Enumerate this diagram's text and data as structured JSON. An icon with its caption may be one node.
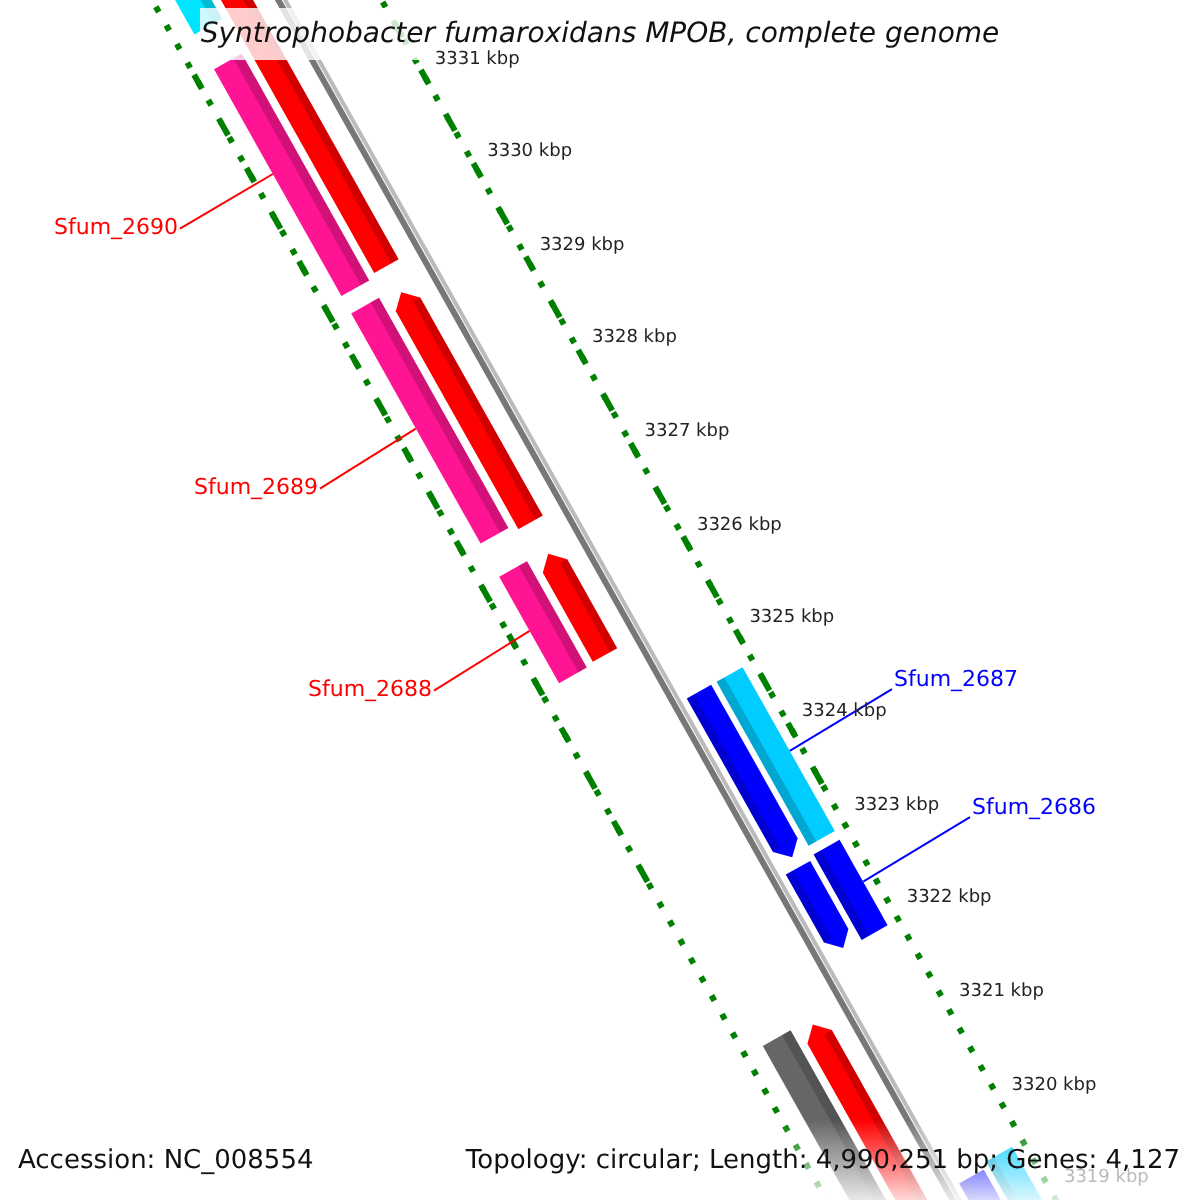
{
  "diagram": {
    "title": "Syntrophobacter fumaroxidans MPOB, complete genome",
    "nodes": [
      {
        "text": [
          "Sfum_2690"
        ]
      },
      {
        "text": [],
        "shape": "bar"
      },
      {
        "text": [
          "Sfum_2689"
        ]
      },
      {
        "text": [],
        "shape": "bar"
      },
      {
        "text": [
          "Sfum_2688"
        ]
      },
      {
        "text": [],
        "shape": "bar"
      },
      {
        "text": [
          "Sfum_2687"
        ]
      },
      {
        "text": [],
        "shape": "bar"
      },
      {
        "text": [
          "Sfum_2686"
        ]
      },
      {
        "text": [],
        "shape": "bar"
      }
    ],
    "edges": [
      {
        "from": 0,
        "to": 1,
        "arrow": "none"
      },
      {
        "from": 2,
        "to": 3,
        "arrow": "none"
      },
      {
        "from": 4,
        "to": 5,
        "arrow": "none"
      },
      {
        "from": 6,
        "to": 7,
        "arrow": "none",
        "color": "#0000ff"
      },
      {
        "from": 8,
        "to": 9,
        "arrow": "none",
        "color": "#0000ff"
      }
    ],
    "labels": [
      "3331 kbp",
      "3330 kbp",
      "3329 kbp",
      "3328 kbp",
      "3327 kbp",
      "3326 kbp",
      "3325 kbp",
      "3324 kbp",
      "3323 kbp",
      "3322 kbp",
      "3321 kbp",
      "3320 kbp",
      "3319 kbp",
      "Accession: NC_008554",
      "Topology: circular; Length: 4,990,251 bp; Genes: 4,127"
    ]
  }
}
